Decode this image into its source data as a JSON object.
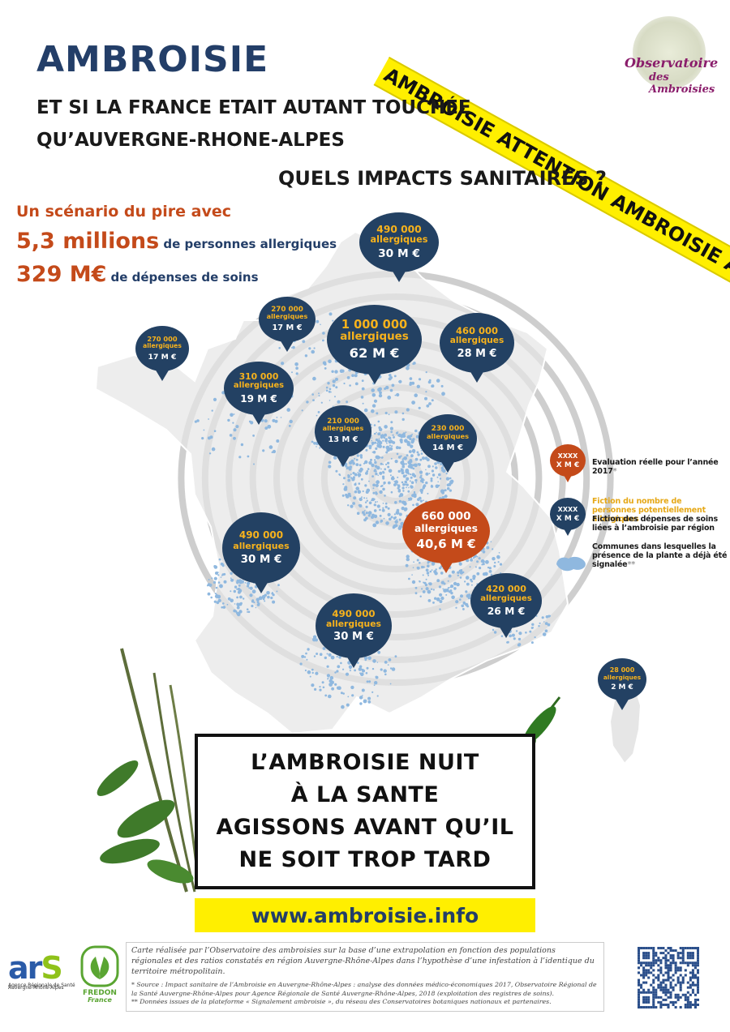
{
  "header": {
    "title": "AMBROISIE",
    "subtitle_line1": "ET SI LA FRANCE ETAIT AUTANT TOUCHÉE",
    "subtitle_line2": "QU’AUVERGNE-RHONE-ALPES",
    "subtitle_line3": "QUELS IMPACTS SANITAIRES ?"
  },
  "banner": {
    "text": "AMBROISIE ATTENTION AMBROISIE ATTENTION",
    "color": "#ffef00"
  },
  "logo_observatoire": {
    "line1": "Observatoire",
    "line2": "des Ambroisies"
  },
  "scenario": {
    "intro": "Un scénario du pire avec",
    "people_value": "5,3 millions",
    "people_text": "de personnes allergiques",
    "cost_value": "329 M€",
    "cost_text": "de dépenses de soins"
  },
  "regions": [
    {
      "pop": "490 000",
      "unit": "allergiques",
      "cost": "30 M €",
      "type": "fiction"
    },
    {
      "pop": "270 000",
      "unit": "allergiques",
      "cost": "17 M €",
      "type": "fiction"
    },
    {
      "pop": "1 000 000",
      "unit": "allergiques",
      "cost": "62 M €",
      "type": "fiction"
    },
    {
      "pop": "460 000",
      "unit": "allergiques",
      "cost": "28 M €",
      "type": "fiction"
    },
    {
      "pop": "270 000",
      "unit": "allergiques",
      "cost": "17 M €",
      "type": "fiction"
    },
    {
      "pop": "310 000",
      "unit": "allergiques",
      "cost": "19 M €",
      "type": "fiction"
    },
    {
      "pop": "210 000",
      "unit": "allergiques",
      "cost": "13 M €",
      "type": "fiction"
    },
    {
      "pop": "230 000",
      "unit": "allergiques",
      "cost": "14 M €",
      "type": "fiction"
    },
    {
      "pop": "660 000",
      "unit": "allergiques",
      "cost": "40,6 M €",
      "type": "real"
    },
    {
      "pop": "490 000",
      "unit": "allergiques",
      "cost": "30 M €",
      "type": "fiction"
    },
    {
      "pop": "420 000",
      "unit": "allergiques",
      "cost": "26 M €",
      "type": "fiction"
    },
    {
      "pop": "490 000",
      "unit": "allergiques",
      "cost": "30 M €",
      "type": "fiction"
    },
    {
      "pop": "28 000",
      "unit": "allergiques",
      "cost": "2 M €",
      "type": "fiction"
    }
  ],
  "legend": {
    "real_bubble_top": "XXXX",
    "real_bubble_bottom": "X M €",
    "real_label": "Evaluation réelle pour l’année 2017",
    "real_asterisk": "*",
    "fiction_bubble_top": "XXXX",
    "fiction_bubble_bottom": "X M €",
    "fiction_pop_label": "Fiction du nombre de personnes potentiellement allergiques",
    "fiction_cost_label": "Fiction des dépenses de soins liées à l’ambroisie par région",
    "communes_label": "Communes dans lesquelles la présence de la plante a déjà été signalée",
    "communes_asterisk": "**"
  },
  "colors": {
    "navy": "#234163",
    "orange": "#c44a1a",
    "gold": "#f7b21c",
    "yellow": "#ffef00",
    "dots": "#8fb8df"
  },
  "message": {
    "line1": "L’AMBROISIE NUIT",
    "line2": "À LA SANTE",
    "line3": "AGISSONS AVANT QU’IL",
    "line4": "NE SOIT TROP TARD"
  },
  "url": "www.ambroisie.info",
  "footer": {
    "p1": "Carte réalisée par l’Observatoire des ambroisies sur la base d’une extrapolation en fonction des populations régionales et des ratios constatés en région Auvergne-Rhône-Alpes dans l’hypothèse d’une infestation à l’identique du territoire métropolitain.",
    "p2": "* Source : Impact sanitaire de l’Ambroisie en Auvergne-Rhône-Alpes : analyse des données médico-économiques 2017, Observatoire Régional de la Santé Auvergne-Rhône-Alpes pour Agence Régionale de Santé Auvergne-Rhône-Alpes, 2018 (exploitation des registres de soins).",
    "p3": "** Données issues de la plateforme « Signalement ambroisie », du réseau des Conservatoires botaniques nationaux et partenaires."
  },
  "logo_ars": {
    "word": "ar",
    "s": "S",
    "line1": "Agence Régionale de Santé",
    "line2": "Auvergne-Rhône-Alpes"
  },
  "logo_fredon": {
    "line1": "FREDON",
    "line2": "France"
  }
}
